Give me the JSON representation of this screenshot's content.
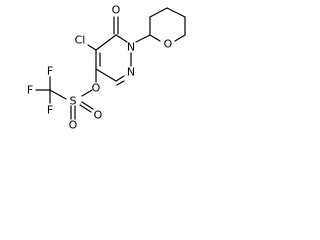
{
  "molecule": {
    "atoms": {
      "cl": "Cl",
      "o_carbonyl": "O",
      "n1": "N",
      "n2": "N",
      "o_ring": "O",
      "o_ester": "O",
      "s": "S",
      "o_s_right": "O",
      "o_s_down": "O",
      "f_top": "F",
      "f_left": "F",
      "f_bottom": "F"
    }
  }
}
